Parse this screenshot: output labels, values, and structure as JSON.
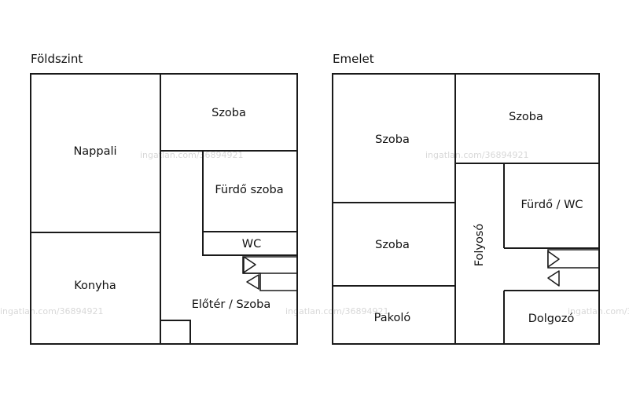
{
  "plans": [
    {
      "title": "Földszint",
      "rooms": [
        "Nappali",
        "Szoba",
        "Fürdő szoba",
        "WC",
        "Konyha",
        "Előtér / Szoba"
      ]
    },
    {
      "title": "Emelet",
      "rooms": [
        "Szoba",
        "Szoba",
        "Szoba",
        "Fürdő / WC",
        "Folyosó",
        "Pakoló",
        "Dolgozó"
      ]
    }
  ],
  "watermark": "ingatlan.com/36894921",
  "icons": [
    "stair-arrow-right-icon",
    "stair-arrow-left-icon"
  ]
}
